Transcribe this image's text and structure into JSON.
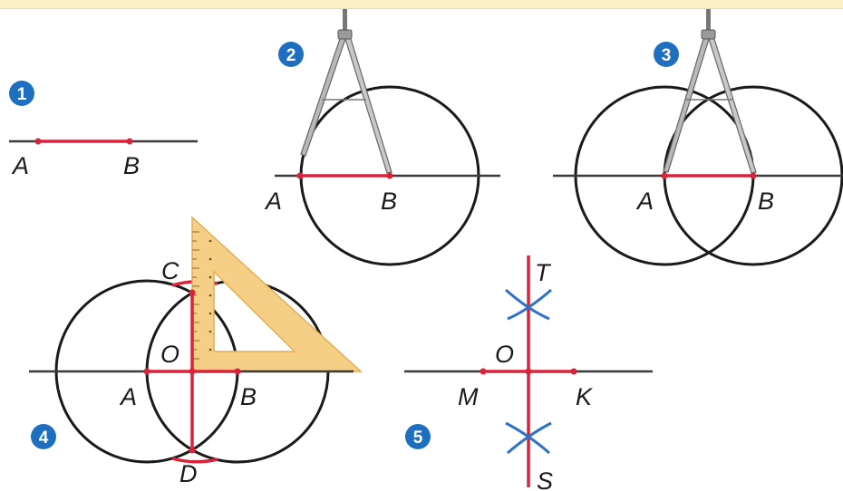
{
  "steps": [
    "1",
    "2",
    "3",
    "4",
    "5"
  ],
  "labels": {
    "s1": {
      "a": "A",
      "b": "B"
    },
    "s2": {
      "a": "A",
      "b": "B"
    },
    "s3": {
      "a": "A",
      "b": "B"
    },
    "s4": {
      "c": "C",
      "o": "O",
      "a": "A",
      "b": "B",
      "d": "D"
    },
    "s5": {
      "t": "T",
      "o": "O",
      "m": "M",
      "k": "K",
      "s": "S"
    }
  },
  "colors": {
    "segment": "#d8233a",
    "arc_marks": "#2f72c9",
    "step_badge": "#1f6fc0",
    "set_square": "#f6cf86"
  }
}
